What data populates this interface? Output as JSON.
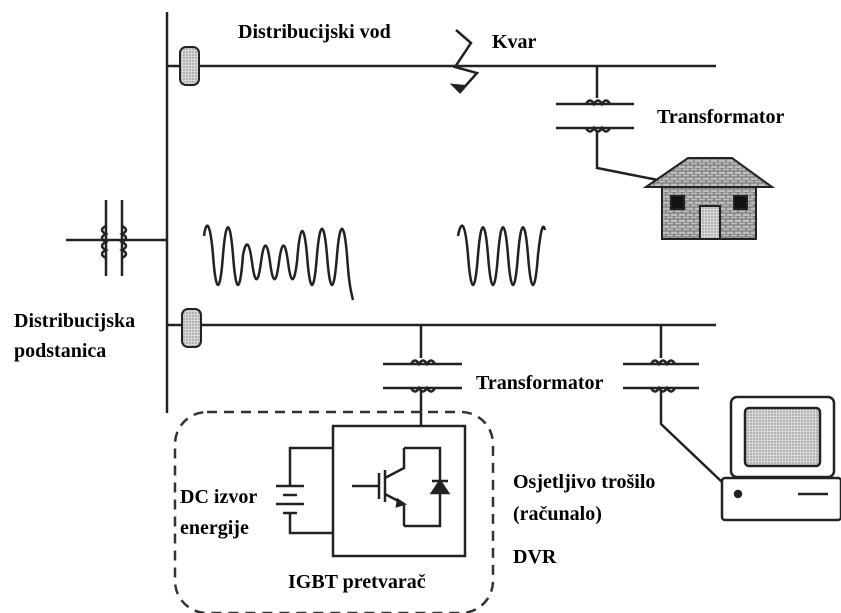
{
  "labels": {
    "feeder": "Distribucijski vod",
    "fault": "Kvar",
    "transformer_top": "Transformator",
    "substation_line1": "Distribucijska",
    "substation_line2": "podstanica",
    "transformer_bottom": "Transformator",
    "dc_line1": "DC izvor",
    "dc_line2": "energije",
    "igbt": "IGBT pretvarač",
    "load_line1": "Osjetljivo trošilo",
    "load_line2": "(računalo)",
    "dvr": "DVR"
  }
}
